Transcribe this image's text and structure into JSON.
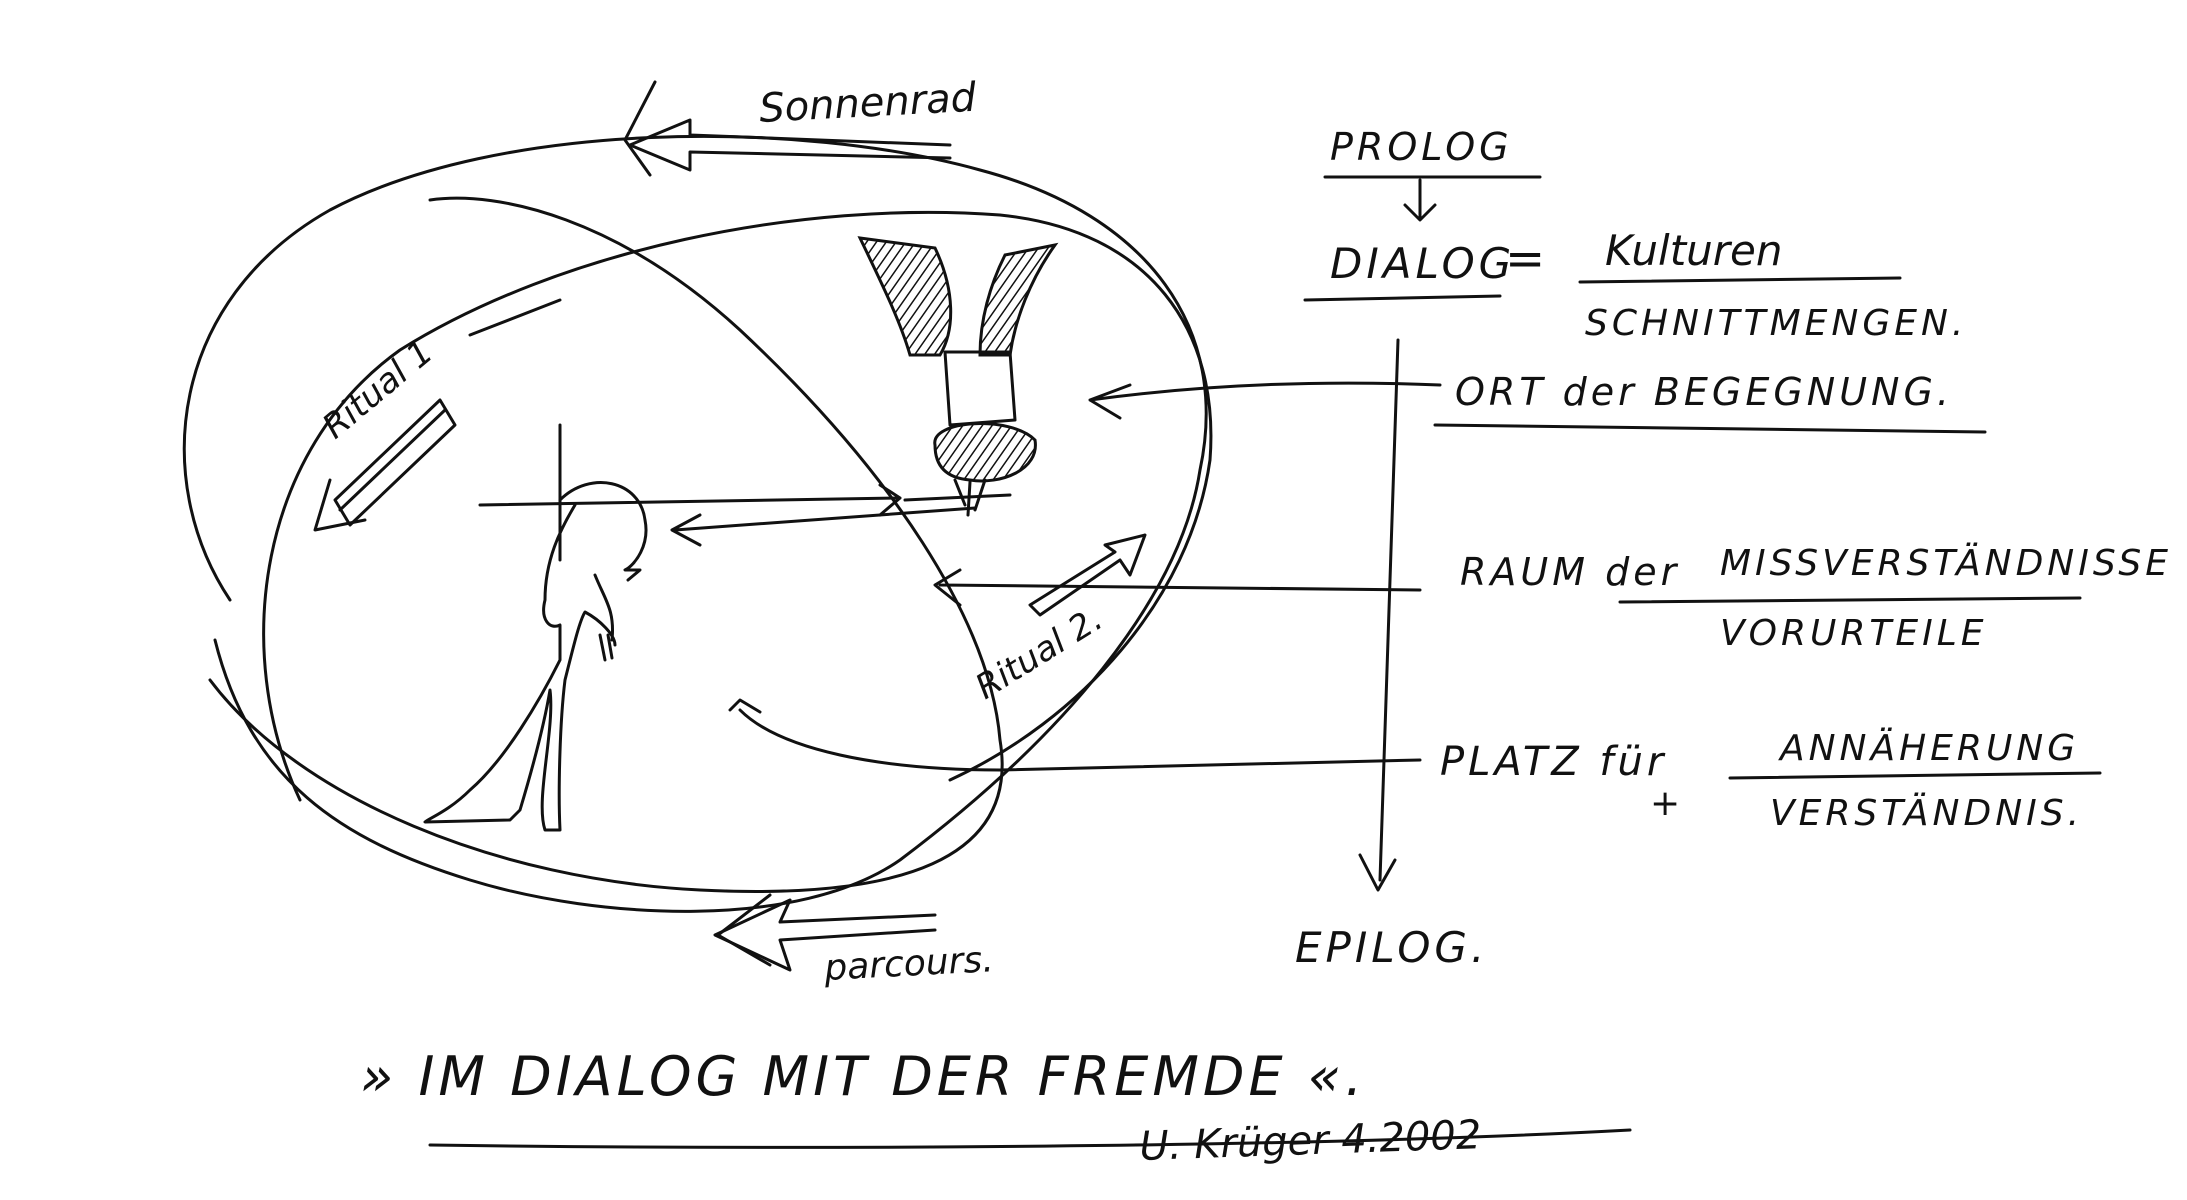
{
  "diagram": {
    "top_arrow_label": "Sonnenrad",
    "ritual_1_label": "Ritual 1",
    "ritual_2_label": "Ritual 2.",
    "bottom_arrow_label": "parcours.",
    "flow": {
      "prolog": "PROLOG",
      "dialog": "DIALOG",
      "equals": "=",
      "kulturen": "Kulturen",
      "schnittmengen": "SCHNITTMENGEN.",
      "epilog": "EPILOG."
    },
    "annotations": {
      "ort": "ORT der BEGEGNUNG.",
      "raum": "RAUM der",
      "missverstaendnisse": "MISSVERSTÄNDNISSE",
      "vorurteile": "VORURTEILE",
      "platz": "PLATZ für",
      "annaeherung": "ANNÄHERUNG",
      "plus": "+",
      "verstaendnis": "VERSTÄNDNIS."
    },
    "title": "» IM DIALOG MIT DER FREMDE «.",
    "signature": "U. Krüger 4.2002"
  }
}
